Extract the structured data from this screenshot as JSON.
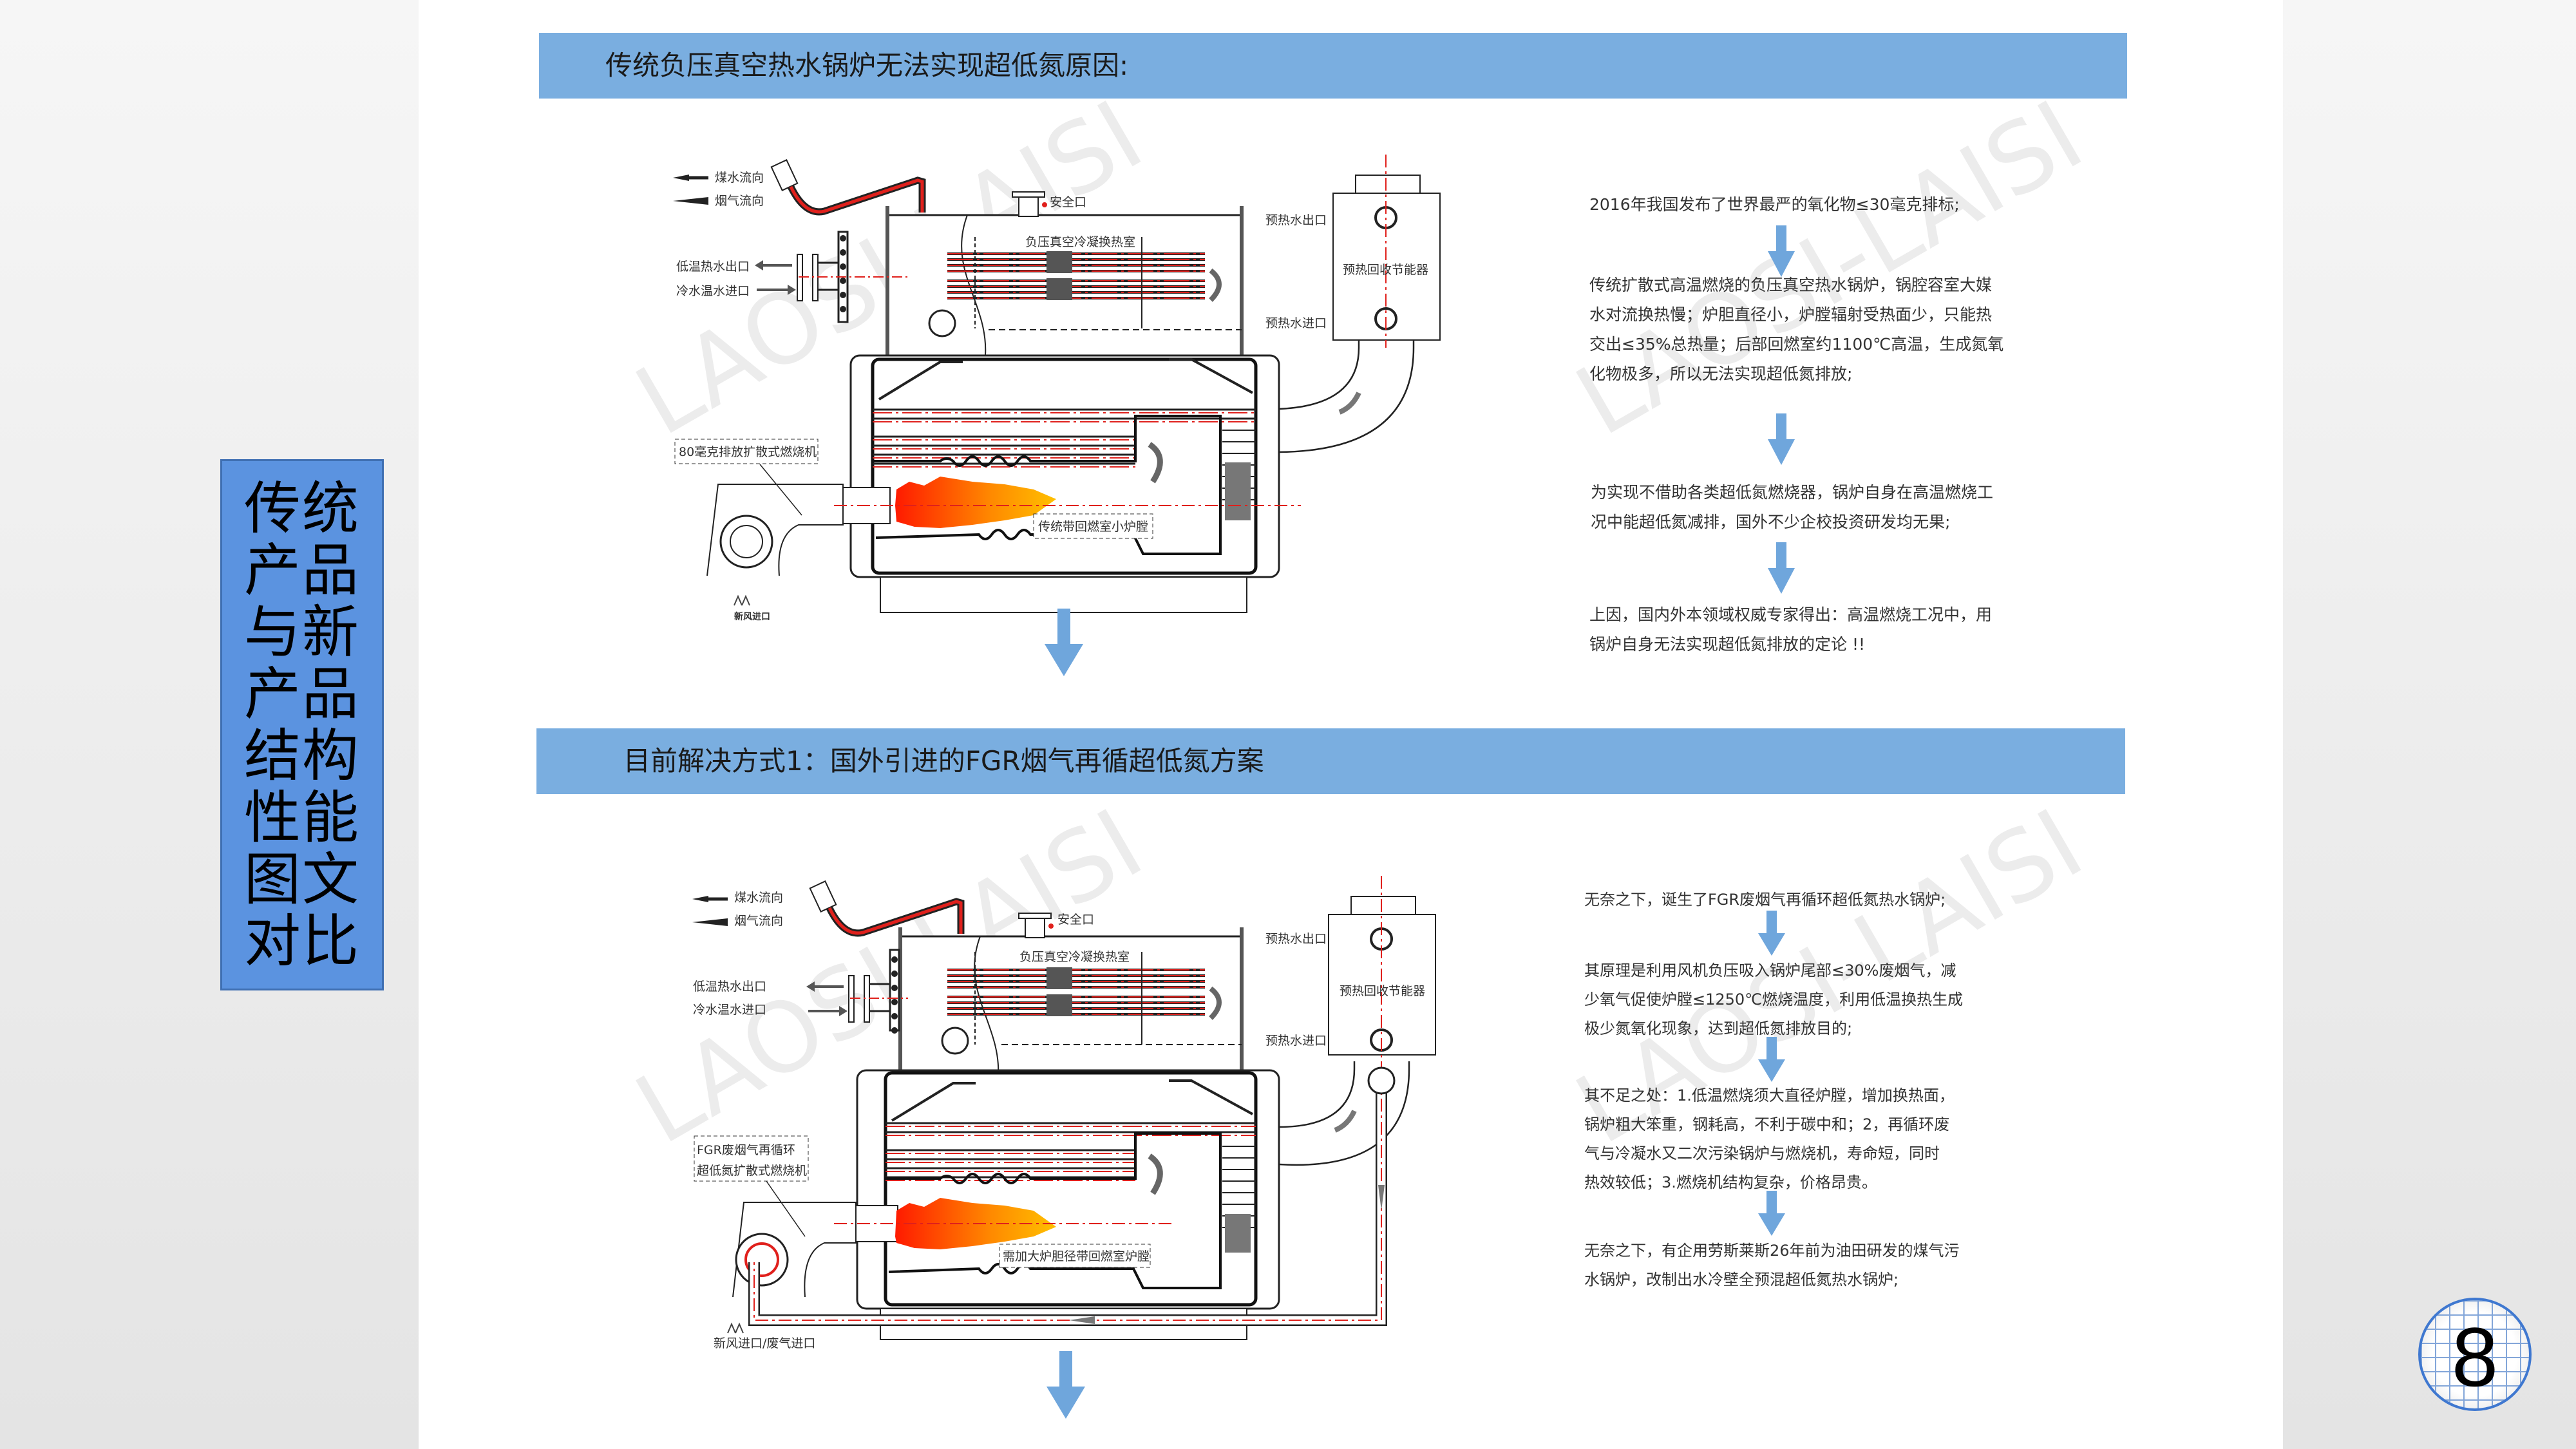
{
  "side_title": [
    "传统",
    "产品",
    "与新",
    "产品",
    "结构",
    "性能",
    "图文",
    "对比"
  ],
  "page_number": "8",
  "watermark": "LAOSI-LAISI",
  "colors": {
    "header_bar": "#7aaee0",
    "side_box": "#5b93e0",
    "arrow": "#6fa6dc",
    "flame_start": "#ff1a00",
    "flame_end": "#ffc000"
  },
  "section1": {
    "title": "传统负压真空热水锅炉无法实现超低氮原因:",
    "diagram": {
      "coal_water_flow": "煤水流向",
      "flue_gas_flow": "烟气流向",
      "low_temp_hot_water_outlet": "低温热水出口",
      "cold_water_inlet": "冷水温水进口",
      "safety_port": "安全口",
      "condensing_chamber": "负压真空冷凝换热室",
      "preheat_water_outlet": "预热水出口",
      "preheat_water_inlet": "预热水进口",
      "economizer": "预热回收节能器",
      "burner_label": "80毫克排放扩散式燃烧机",
      "furnace_label": "传统带回燃室小炉膛",
      "air_inlet": "新风进口"
    },
    "paragraphs": [
      [
        "2016年我国发布了世界最严的氧化物≤30毫克排标;"
      ],
      [
        "传统扩散式高温燃烧的负压真空热水锅炉，锅腔容室大媒",
        "水对流换热慢；炉胆直径小，炉膛辐射受热面少，只能热",
        "交出≤35%总热量；后部回燃室约1100℃高温，生成氮氧",
        "化物极多，所以无法实现超低氮排放;"
      ],
      [
        "为实现不借助各类超低氮燃烧器，锅炉自身在高温燃烧工",
        "况中能超低氮减排，国外不少企校投资研发均无果;"
      ],
      [
        "上因，国内外本领域权威专家得出：高温燃烧工况中，用",
        "锅炉自身无法实现超低氮排放的定论 !!"
      ]
    ]
  },
  "section2": {
    "title": "目前解决方式1：国外引进的FGR烟气再循超低氮方案",
    "diagram": {
      "coal_water_flow": "煤水流向",
      "flue_gas_flow": "烟气流向",
      "low_temp_hot_water_outlet": "低温热水出口",
      "cold_water_inlet": "冷水温水进口",
      "safety_port": "安全口",
      "condensing_chamber": "负压真空冷凝换热室",
      "preheat_water_outlet": "预热水出口",
      "preheat_water_inlet": "预热水进口",
      "economizer": "预热回收节能器",
      "burner_label_1": "FGR废烟气再循环",
      "burner_label_2": "超低氮扩散式燃烧机",
      "furnace_label": "需加大炉胆径带回燃室炉膛",
      "air_inlet": "新风进口/废气进口"
    },
    "paragraphs": [
      [
        "无奈之下，诞生了FGR废烟气再循环超低氮热水锅炉;"
      ],
      [
        "其原理是利用风机负压吸入锅炉尾部≤30%废烟气，减",
        "少氧气促使炉膛≤1250℃燃烧温度，利用低温换热生成",
        "极少氮氧化现象，达到超低氮排放目的;"
      ],
      [
        "其不足之处：1.低温燃烧须大直径炉膛，增加换热面，",
        "锅炉粗大笨重，钢耗高，不利于碳中和；2，再循环废",
        "气与冷凝水又二次污染锅炉与燃烧机，寿命短，同时",
        "热效较低；3.燃烧机结构复杂，价格昂贵。"
      ],
      [
        "无奈之下，有企用劳斯莱斯26年前为油田研发的煤气污",
        "水锅炉，改制出水冷壁全预混超低氮热水锅炉;"
      ]
    ]
  }
}
